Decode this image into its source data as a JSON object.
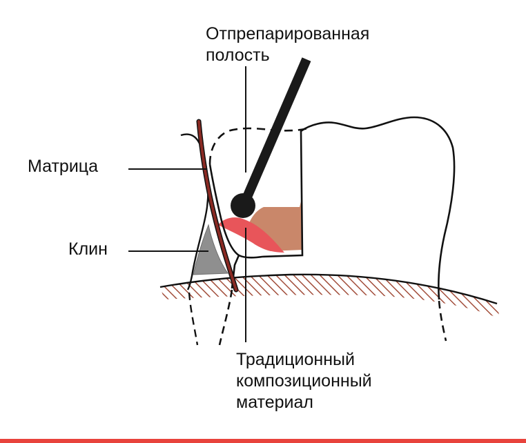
{
  "labels": {
    "cavity_line1": "Отпрепарированная",
    "cavity_line2": "полость",
    "matrix": "Матрица",
    "wedge": "Клин",
    "composite_line1": "Традиционный",
    "composite_line2": "композиционный",
    "composite_line3": "материал"
  },
  "colors": {
    "outline": "#111111",
    "matrix_band": "#8a2a23",
    "wedge": "#8f8f8f",
    "cavity_fill": "#c9876a",
    "composite": "#e8555a",
    "gingiva_hatch": "#a24d3a",
    "instrument": "#1a1a1a",
    "bottom_bar": "#e8433c"
  }
}
